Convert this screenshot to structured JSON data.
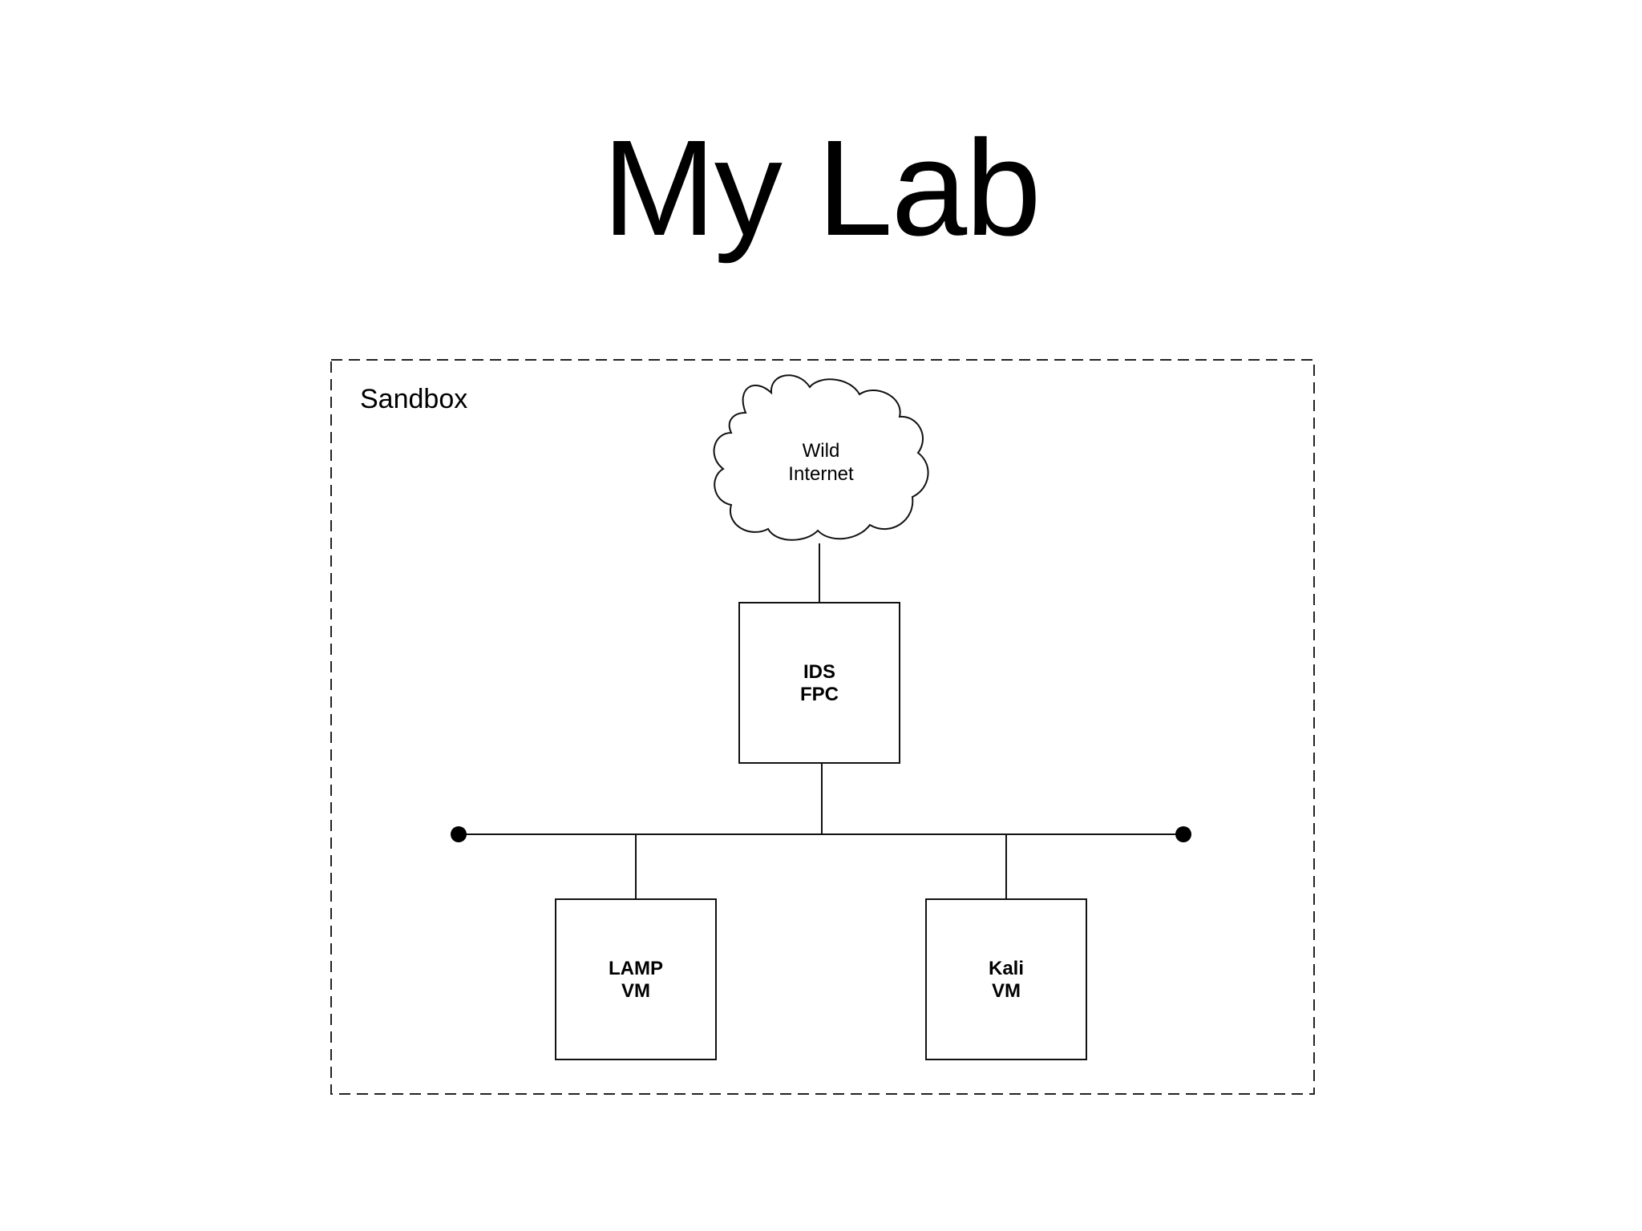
{
  "slide": {
    "title": "My Lab"
  },
  "diagram": {
    "sandbox_label": "Sandbox",
    "cloud": {
      "line1": "Wild",
      "line2": "Internet"
    },
    "nodes": [
      {
        "id": "ids",
        "line1": "IDS",
        "line2": "FPC"
      },
      {
        "id": "lamp",
        "line1": "LAMP",
        "line2": "VM"
      },
      {
        "id": "kali",
        "line1": "Kali",
        "line2": "VM"
      }
    ]
  }
}
